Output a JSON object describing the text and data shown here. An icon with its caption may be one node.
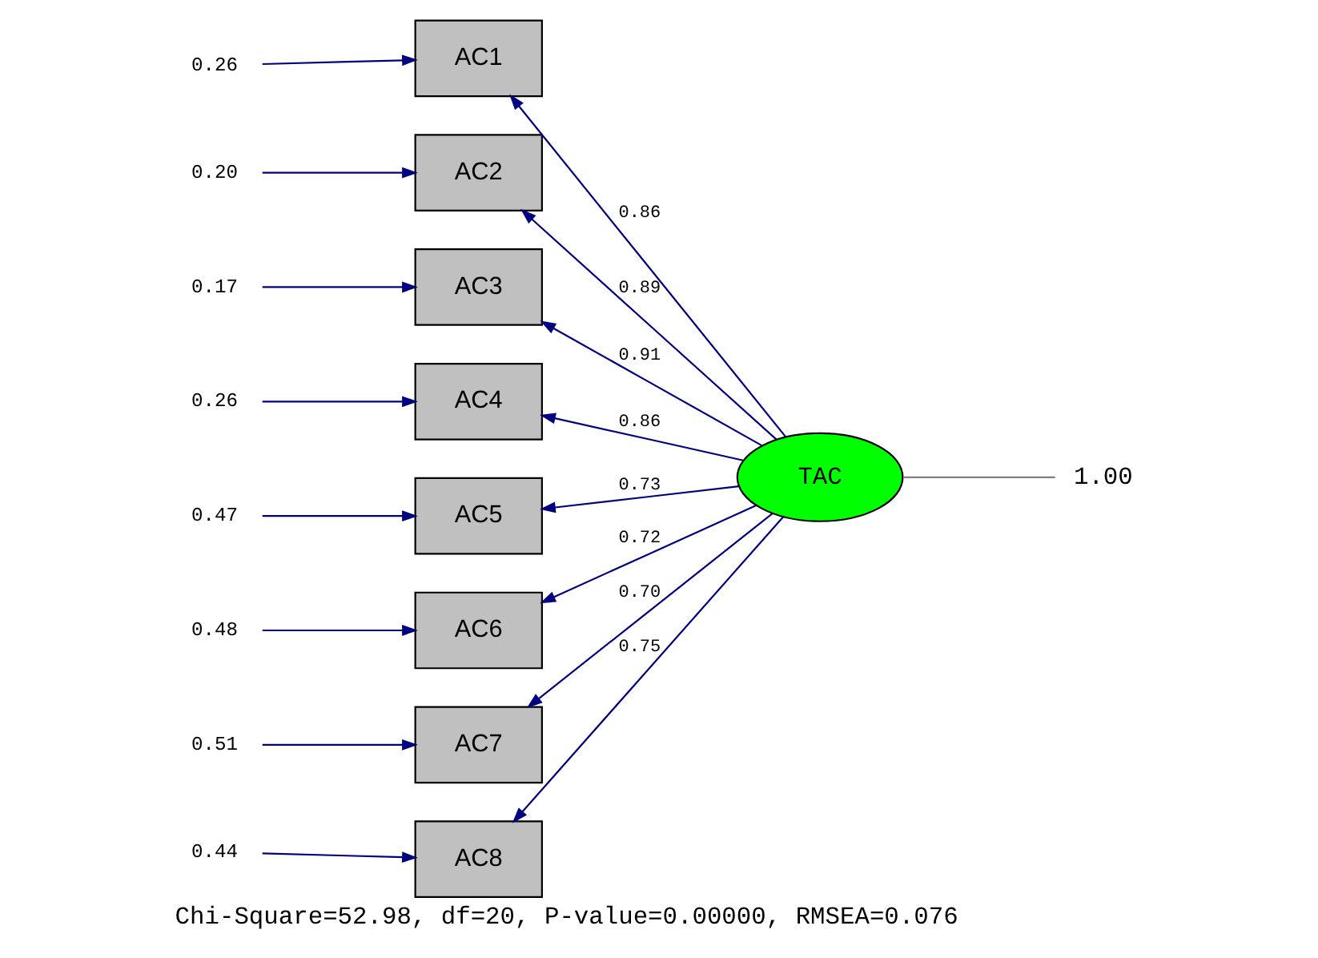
{
  "diagram": {
    "caption": "Chi-Square=52.98, df=20, P-value=0.00000, RMSEA=0.076",
    "nodes": [
      {
        "text": [
          "AC1"
        ]
      },
      {
        "text": [
          "AC2"
        ]
      },
      {
        "text": [
          "AC3"
        ]
      },
      {
        "text": [
          "AC4"
        ]
      },
      {
        "text": [
          "AC5"
        ]
      },
      {
        "text": [
          "AC6"
        ]
      },
      {
        "text": [
          "AC7"
        ]
      },
      {
        "text": [
          "AC8"
        ]
      },
      {
        "text": [
          "TAC"
        ]
      },
      {
        "text": [
          "0.26"
        ]
      },
      {
        "text": [
          "0.20"
        ]
      },
      {
        "text": [
          "0.17"
        ]
      },
      {
        "text": [
          "0.26"
        ]
      },
      {
        "text": [
          "0.47"
        ]
      },
      {
        "text": [
          "0.48"
        ]
      },
      {
        "text": [
          "0.51"
        ]
      },
      {
        "text": [
          "0.44"
        ]
      },
      {
        "text": [
          "1.00"
        ]
      }
    ],
    "edges": [
      {
        "from": 8,
        "to": 0,
        "arrow": "to",
        "label": "0.86"
      },
      {
        "from": 8,
        "to": 1,
        "arrow": "to",
        "label": "0.89"
      },
      {
        "from": 8,
        "to": 2,
        "arrow": "to",
        "label": "0.91"
      },
      {
        "from": 8,
        "to": 3,
        "arrow": "to",
        "label": "0.86"
      },
      {
        "from": 8,
        "to": 4,
        "arrow": "to",
        "label": "0.73"
      },
      {
        "from": 8,
        "to": 5,
        "arrow": "to",
        "label": "0.72"
      },
      {
        "from": 8,
        "to": 6,
        "arrow": "to",
        "label": "0.70"
      },
      {
        "from": 8,
        "to": 7,
        "arrow": "to",
        "label": "0.75"
      },
      {
        "from": 9,
        "to": 0,
        "arrow": "to"
      },
      {
        "from": 10,
        "to": 1,
        "arrow": "to"
      },
      {
        "from": 11,
        "to": 2,
        "arrow": "to"
      },
      {
        "from": 12,
        "to": 3,
        "arrow": "to"
      },
      {
        "from": 13,
        "to": 4,
        "arrow": "to"
      },
      {
        "from": 14,
        "to": 5,
        "arrow": "to"
      },
      {
        "from": 15,
        "to": 6,
        "arrow": "to"
      },
      {
        "from": 16,
        "to": 7,
        "arrow": "to"
      },
      {
        "from": 8,
        "to": 17,
        "arrow": "none",
        "color": "#808080"
      }
    ]
  }
}
